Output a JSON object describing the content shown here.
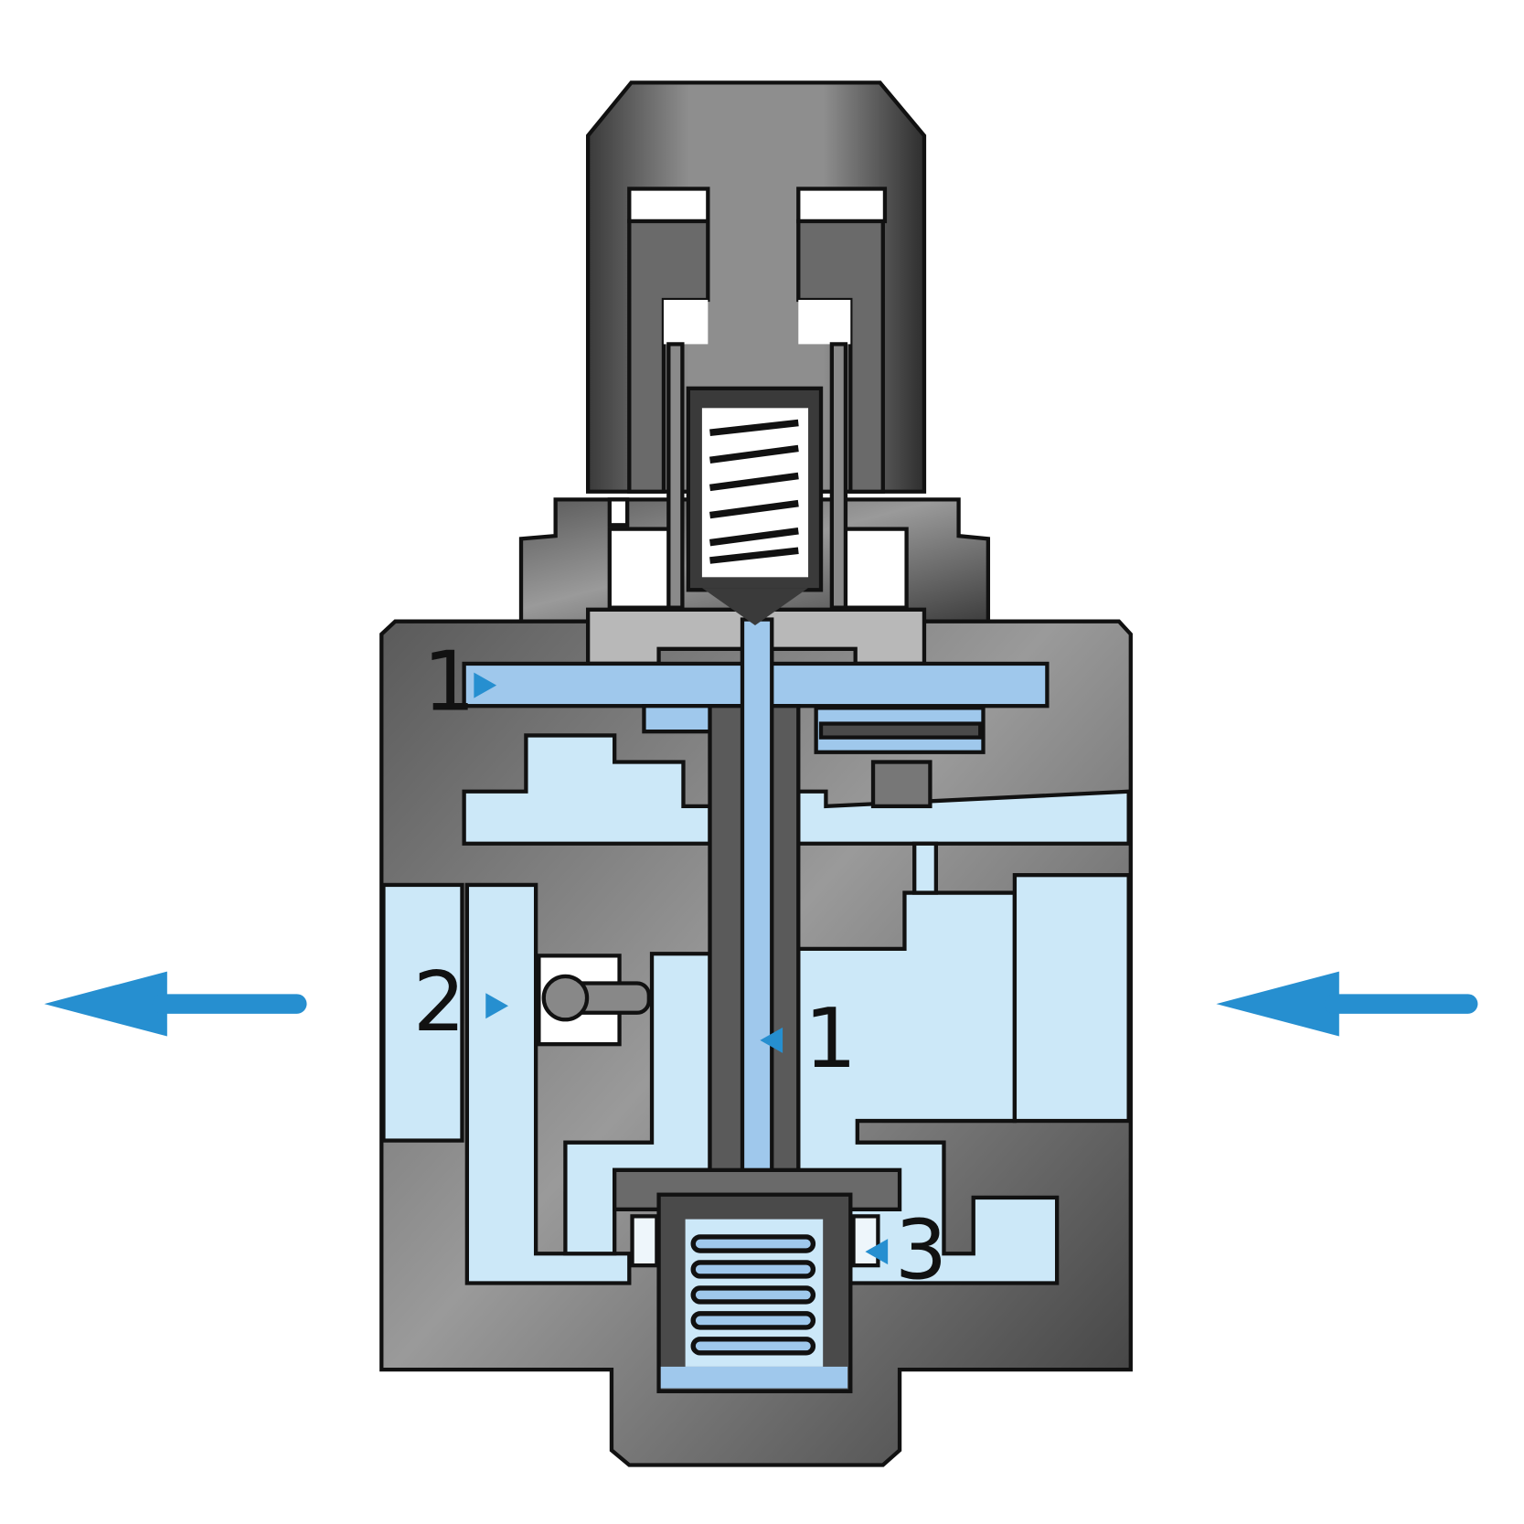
{
  "diagram": {
    "type": "pressure-regulator-cross-section",
    "port_labels": {
      "supply_top": "1",
      "outlet": "2",
      "supply_stem": "1",
      "exhaust": "3"
    },
    "flow_arrows": [
      {
        "side": "left",
        "direction": "left"
      },
      {
        "side": "right",
        "direction": "left"
      }
    ],
    "colors": {
      "body_dark": "#4a4a4a",
      "body_light": "#9a9a9a",
      "pressurized_air": "#9fc8ec",
      "low_pressure_air": "#cce8f8",
      "arrow": "#268fd0",
      "outline": "#111111"
    }
  }
}
